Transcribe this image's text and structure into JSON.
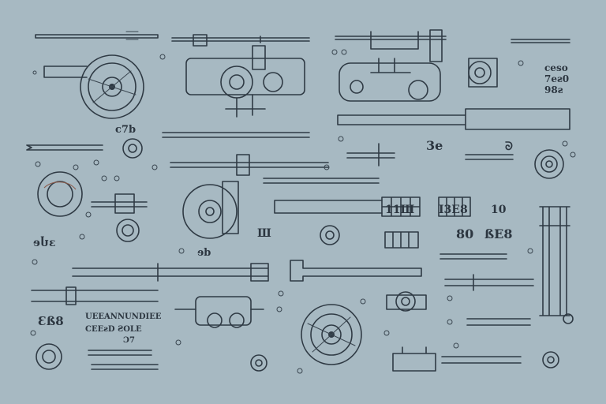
{
  "sheet": {
    "background": "#a7b9c2",
    "ink_color": "#2f3a44",
    "accent_color": "#8a5a4a"
  },
  "scribbles": {
    "top_right_1": "ceso",
    "top_right_2": "7eƨ0",
    "top_right_3": "98ƨ",
    "left_row3": "c7b",
    "right_row3_1": "3e",
    "right_row3_2": "ᘐ",
    "center_block_1": "11Ш",
    "center_block_2": "I3E8",
    "center_block_3": "10",
    "mid_left": "Ш",
    "mid_right_1": "80",
    "mid_right_2": "ßE8",
    "left_stack": "ɘႱɛ",
    "left_small": "ɘb",
    "lower_left": "Ɛß8",
    "caption_1": "UEEANNUNDIEE",
    "caption_2": "CEEƨD ƧOLE",
    "caption_3": "Ɔ7"
  }
}
